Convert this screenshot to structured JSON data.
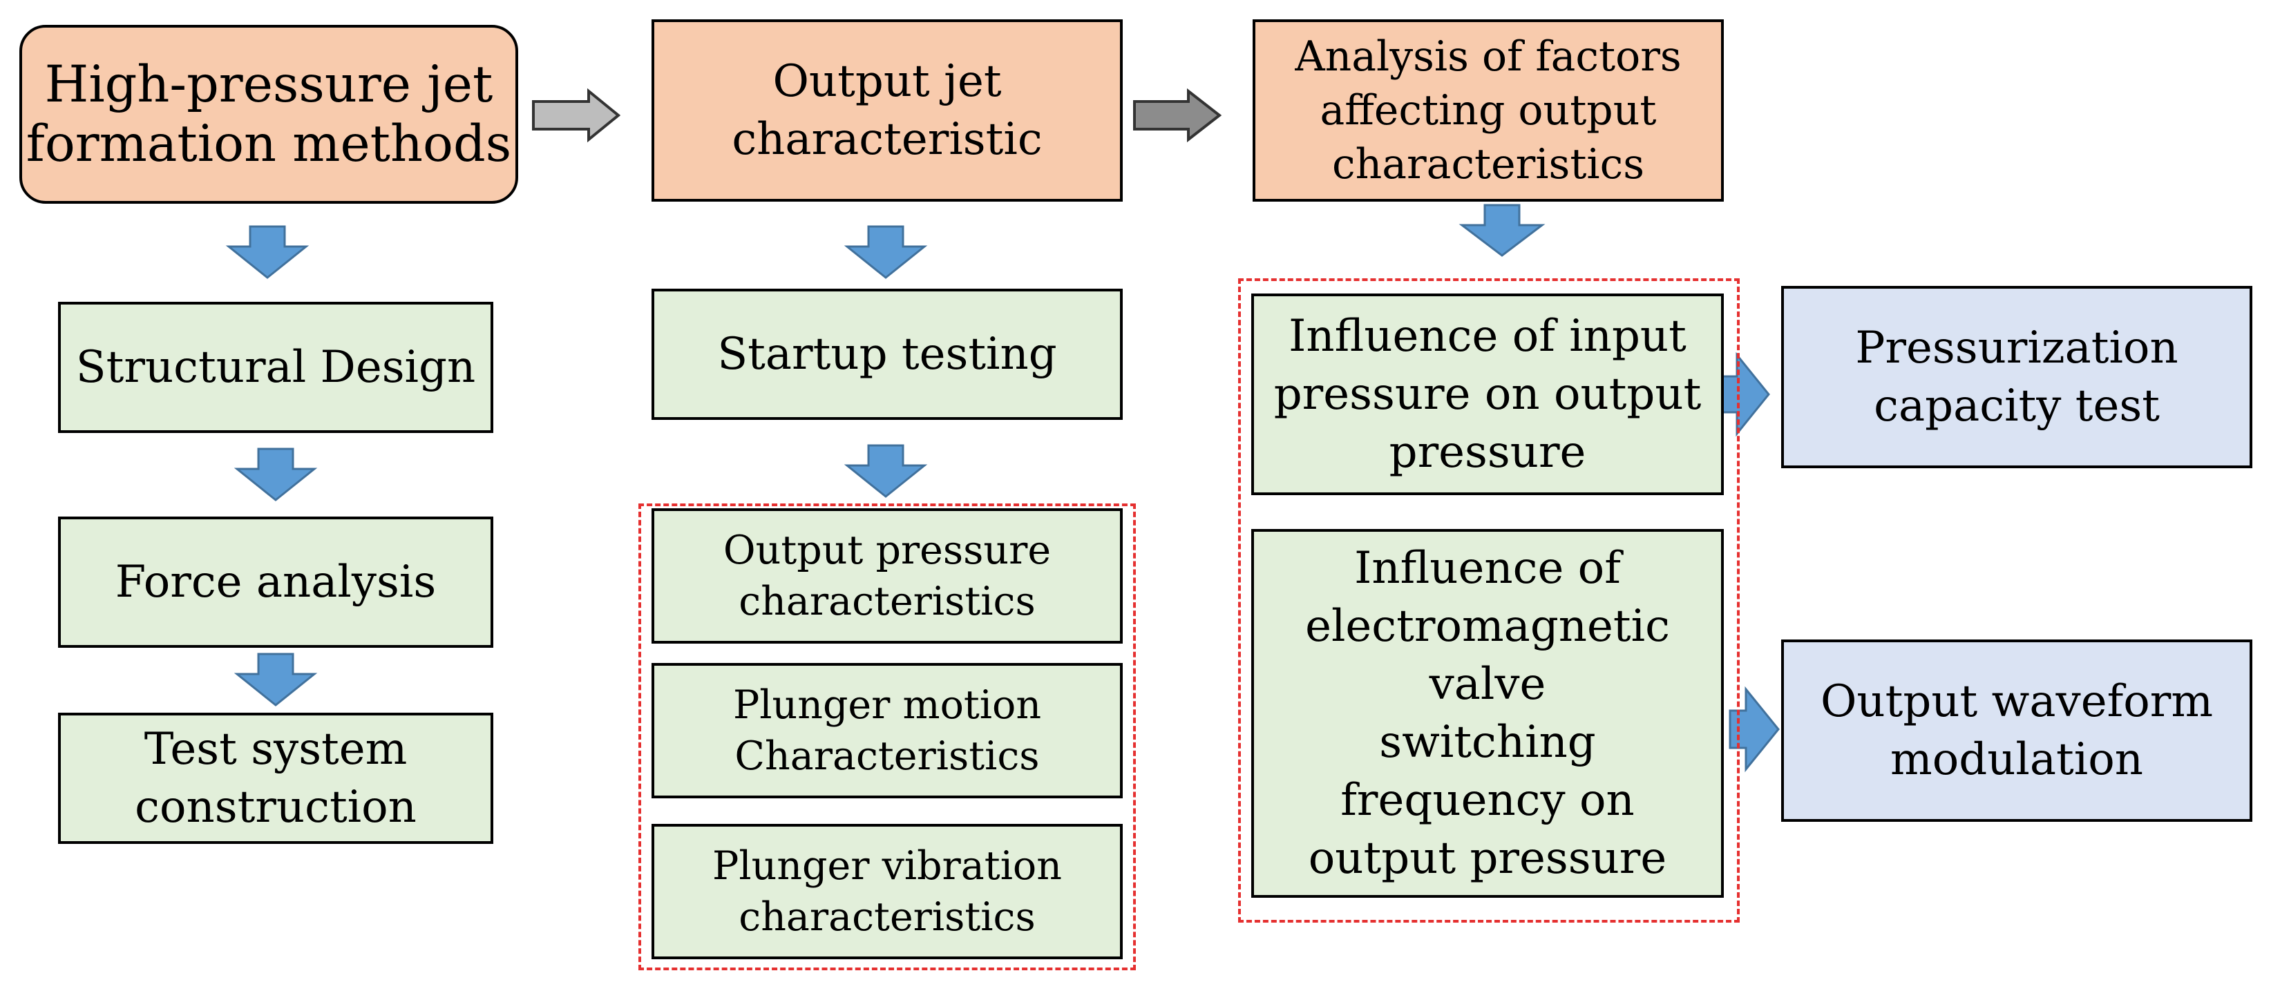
{
  "colors": {
    "header": "#f8cbad",
    "step": "#e2efda",
    "result": "#dae3f3",
    "down_arrow": "#5b9bd5",
    "right_arrow": "#a6a6a6",
    "group_border": "#e53030"
  },
  "columns": [
    {
      "header": "High-pressure jet\nformation methods",
      "steps": [
        "Structural Design",
        "Force analysis",
        "Test system\nconstruction"
      ]
    },
    {
      "header": "Output jet\ncharacteristic",
      "steps": [
        "Startup testing"
      ],
      "group": [
        "Output pressure\ncharacteristics",
        "Plunger motion\nCharacteristics",
        "Plunger vibration\ncharacteristics"
      ]
    },
    {
      "header": "Analysis of factors\naffecting output\ncharacteristics",
      "group": [
        "Influence of input\npressure on output\npressure",
        "Influence of\nelectromagnetic\nvalve\nswitching\nfrequency on\noutput pressure"
      ]
    }
  ],
  "results": [
    "Pressurization\ncapacity test",
    "Output waveform\nmodulation"
  ]
}
